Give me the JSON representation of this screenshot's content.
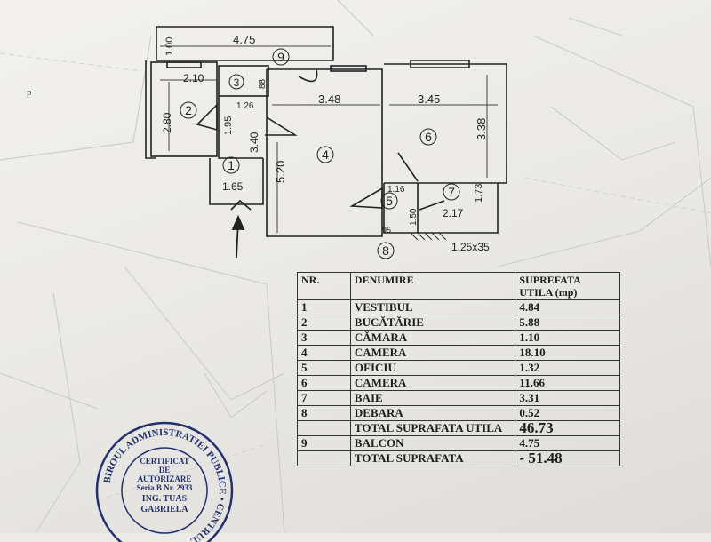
{
  "corner_mark": "p",
  "plan": {
    "dims": {
      "balcony_width": "4.75",
      "balcony_depth": "1.00",
      "kitchen_width": "2.10",
      "kitchen_height": "2.80",
      "pantry_88": "88",
      "dim_126": "1.26",
      "dim_195": "1.95",
      "hall_height": "3.40",
      "hall_width": "1.65",
      "room4_width": "3.48",
      "room4_height": "5.20",
      "room6_width": "3.45",
      "room6_height": "3.38",
      "dim_116": "1.16",
      "dim_150": "1.50",
      "bath_width": "2.17",
      "bath_height": "1.73",
      "dim_95": "95",
      "window_dim": "1.25x35"
    },
    "room_numbers": [
      "1",
      "2",
      "3",
      "4",
      "5",
      "6",
      "7",
      "8",
      "9"
    ]
  },
  "table": {
    "headers": {
      "nr": "NR.",
      "denumire": "DENUMIRE",
      "suprafata": "SUPREFATA UTILA (mp)"
    },
    "rows": [
      {
        "nr": "1",
        "name": "VESTIBUL",
        "area": "4.84"
      },
      {
        "nr": "2",
        "name": "BUCĂTĂRIE",
        "area": "5.88"
      },
      {
        "nr": "3",
        "name": "CĂMARA",
        "area": "1.10"
      },
      {
        "nr": "4",
        "name": "CAMERA",
        "area": "18.10"
      },
      {
        "nr": "5",
        "name": "OFICIU",
        "area": "1.32"
      },
      {
        "nr": "6",
        "name": "CAMERA",
        "area": "11.66"
      },
      {
        "nr": "7",
        "name": "BAIE",
        "area": "3.31"
      },
      {
        "nr": "8",
        "name": "DEBARA",
        "area": "0.52"
      }
    ],
    "total_util": {
      "label": "TOTAL SUPRAFATA UTILA",
      "value": "46.73"
    },
    "balcony": {
      "nr": "9",
      "name": "BALCON",
      "area": "4.75"
    },
    "total": {
      "label": "TOTAL SUPRAFATA",
      "value": "- 51.48"
    }
  },
  "stamp": {
    "ring_text": "BIROUL ADMINISTRATIEI PUBLICE • CENTRUL",
    "line1": "CERTIFICAT",
    "line2": "DE",
    "line3": "AUTORIZARE",
    "line4": "Seria B Nr. 2933",
    "line5": "ING. TUAS",
    "line6": "GABRIELA"
  }
}
